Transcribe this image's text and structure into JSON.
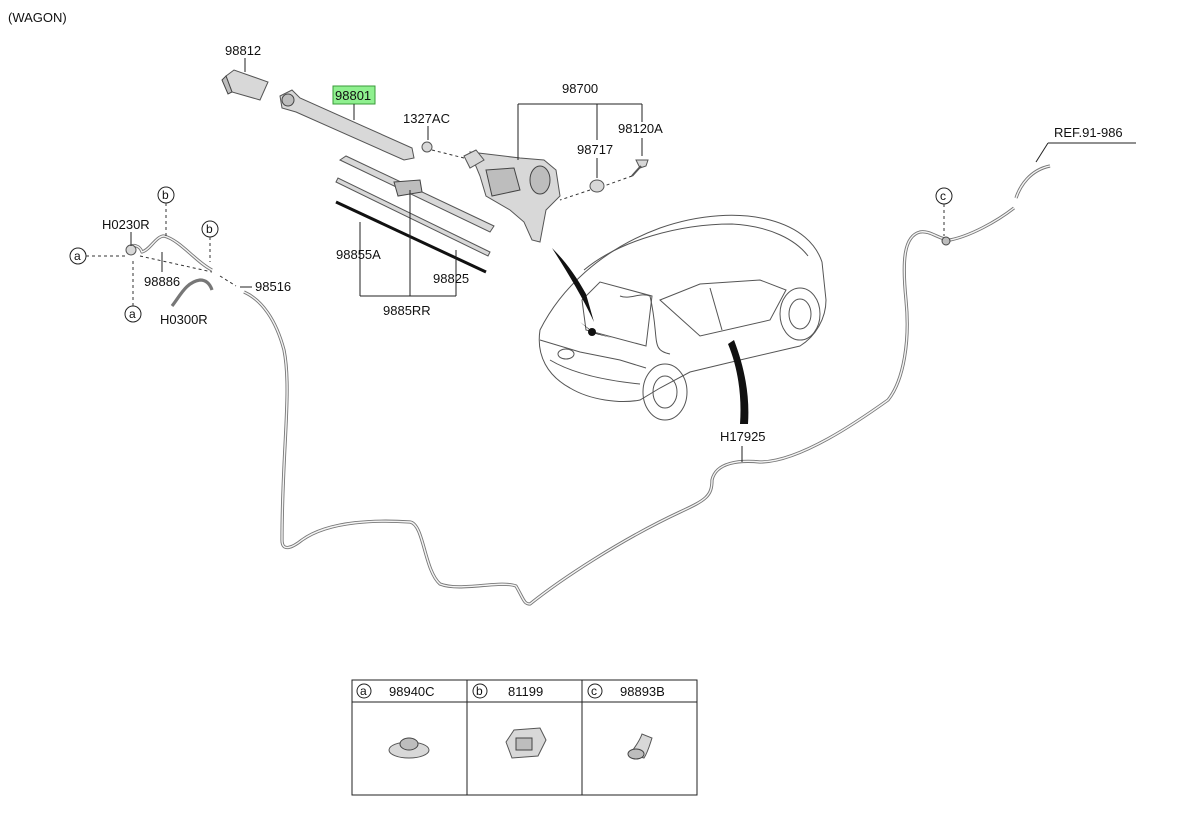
{
  "variant": "(WAGON)",
  "parts": {
    "p98812": "98812",
    "p98801": "98801",
    "p1327AC": "1327AC",
    "p98700": "98700",
    "p98717": "98717",
    "p98120A": "98120A",
    "p98855A": "98855A",
    "p98825": "98825",
    "p9885RR": "9885RR",
    "pH0230R": "H0230R",
    "p98886": "98886",
    "p98516": "98516",
    "pH0300R": "H0300R",
    "pH17925": "H17925",
    "ref": "REF.91-986"
  },
  "markers": {
    "a": "a",
    "b": "b",
    "c": "c"
  },
  "highlight_color": "#8ff08f",
  "legend": [
    {
      "marker": "a",
      "part": "98940C"
    },
    {
      "marker": "b",
      "part": "81199"
    },
    {
      "marker": "c",
      "part": "98893B"
    }
  ]
}
